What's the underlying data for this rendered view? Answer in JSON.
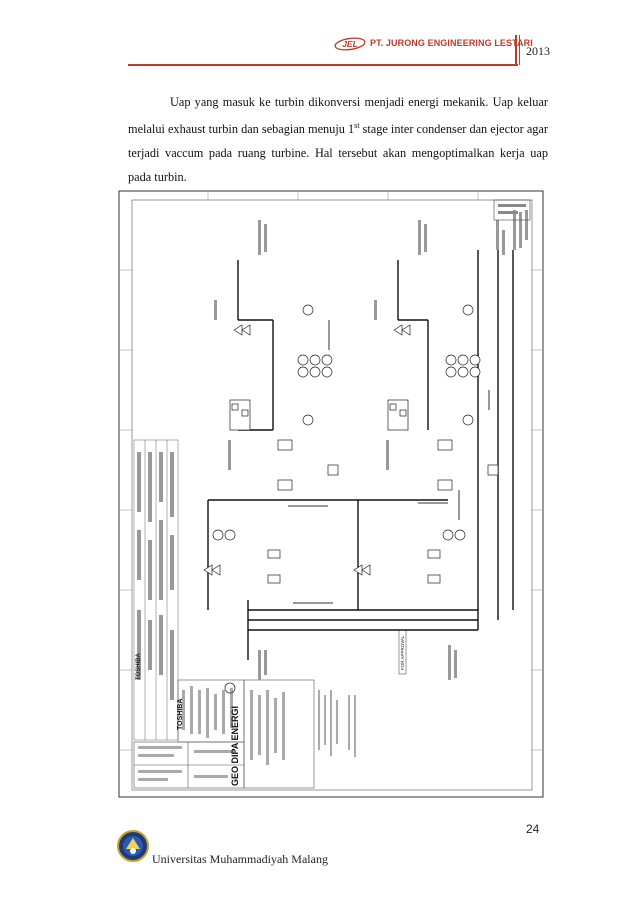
{
  "header": {
    "logo_text": "JEL",
    "company": "PT. JURONG ENGINEERING LESTARI",
    "year": "2013"
  },
  "body": {
    "paragraph_part1": "Uap yang masuk ke turbin dikonversi menjadi energi mekanik. Uap keluar melalui exhaust turbin dan sebagian menuju 1",
    "paragraph_sup": "st",
    "paragraph_part2": " stage inter condenser dan ejector agar terjadi vaccum pada ruang turbine. Hal tersebut akan mengoptimalkan kerja uap pada turbin."
  },
  "drawing": {
    "title_block_brand": "GEO DIPA ENERGI",
    "manufacturer": "TOSHIBA",
    "stamp": "FOR APPROVAL"
  },
  "footer": {
    "page_number": "24",
    "university": "Universitas Muhammadiyah Malang"
  },
  "colors": {
    "accent": "#c0392b"
  }
}
